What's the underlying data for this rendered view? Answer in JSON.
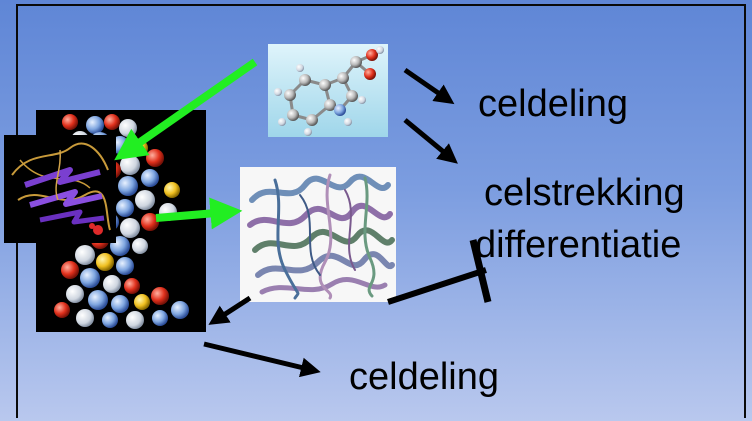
{
  "labels": {
    "celdeling_top": "celdeling",
    "celstrekking": "celstrekking",
    "differentiatie": "differentiatie",
    "celdeling_bottom": "celdeling"
  },
  "colors": {
    "background_top": "#5f86d6",
    "background_bottom": "#b9c8ee",
    "green_arrow": "#22ee22",
    "black_arrow": "#000000"
  },
  "images": {
    "molecule": "ball-and-stick-molecule-image",
    "dna": "space-filling-dna-image",
    "protein_small": "ribbon-protein-image",
    "protein_large": "ribbon-protein-structure-image"
  }
}
